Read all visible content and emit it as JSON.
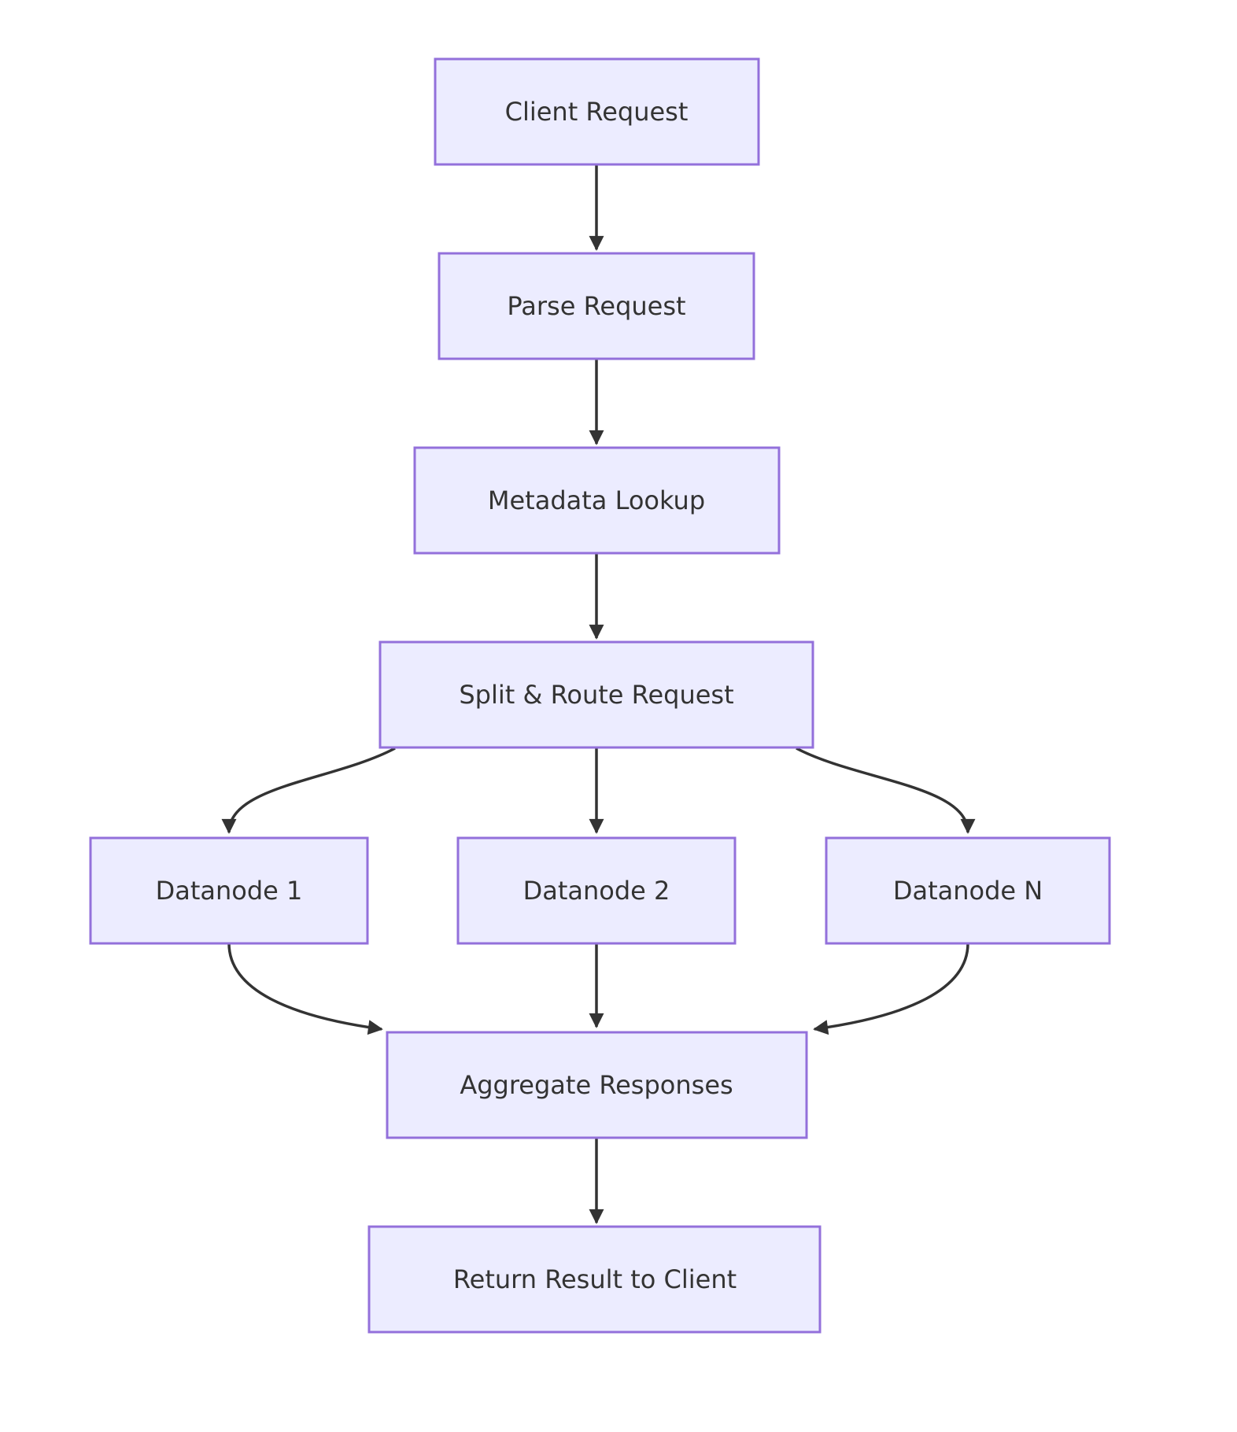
{
  "diagram": {
    "type": "flowchart",
    "direction": "top-down",
    "background_color": "#ffffff",
    "node_fill_color": "#ECECFF",
    "node_border_color": "#9370DB",
    "text_color": "#333333",
    "edge_color": "#333333",
    "nodes": [
      {
        "id": "client",
        "label": "Client Request"
      },
      {
        "id": "parse",
        "label": "Parse Request"
      },
      {
        "id": "metadata",
        "label": "Metadata Lookup"
      },
      {
        "id": "split",
        "label": "Split & Route Request"
      },
      {
        "id": "datanode1",
        "label": "Datanode 1"
      },
      {
        "id": "datanode2",
        "label": "Datanode 2"
      },
      {
        "id": "datanodeN",
        "label": "Datanode N"
      },
      {
        "id": "aggregate",
        "label": "Aggregate Responses"
      },
      {
        "id": "return",
        "label": "Return Result to Client"
      }
    ],
    "edges": [
      {
        "from": "client",
        "to": "parse"
      },
      {
        "from": "parse",
        "to": "metadata"
      },
      {
        "from": "metadata",
        "to": "split"
      },
      {
        "from": "split",
        "to": "datanode1"
      },
      {
        "from": "split",
        "to": "datanode2"
      },
      {
        "from": "split",
        "to": "datanodeN"
      },
      {
        "from": "datanode1",
        "to": "aggregate"
      },
      {
        "from": "datanode2",
        "to": "aggregate"
      },
      {
        "from": "datanodeN",
        "to": "aggregate"
      },
      {
        "from": "aggregate",
        "to": "return"
      }
    ]
  }
}
